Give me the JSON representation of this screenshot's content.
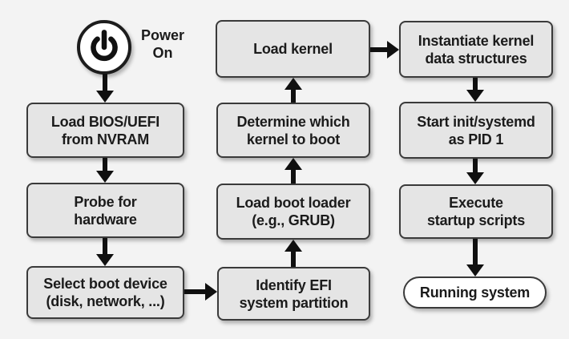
{
  "colors": {
    "background": "#f3f3f3",
    "node_fill": "#e5e5e5",
    "node_border": "#3a3a3a",
    "node_text": "#1b1b1b",
    "arrow": "#101010",
    "terminal_fill": "#ffffff"
  },
  "icons": {
    "power": "⏻"
  },
  "diagram": {
    "power": {
      "line1": "Power",
      "line2": "On"
    },
    "nodes": {
      "load_bios": {
        "line1": "Load BIOS/UEFI",
        "line2": "from NVRAM"
      },
      "probe_hardware": {
        "line1": "Probe for",
        "line2": "hardware"
      },
      "select_boot_device": {
        "line1": "Select boot device",
        "line2": "(disk, network, ...)"
      },
      "identify_efi": {
        "line1": "Identify EFI",
        "line2": "system partition"
      },
      "load_boot_loader": {
        "line1": "Load boot loader",
        "line2": "(e.g., GRUB)"
      },
      "determine_kernel": {
        "line1": "Determine which",
        "line2": "kernel to boot"
      },
      "load_kernel": {
        "line1": "Load kernel"
      },
      "instantiate_kernel": {
        "line1": "Instantiate kernel",
        "line2": "data structures"
      },
      "start_init": {
        "line1": "Start init/systemd",
        "line2": "as PID 1"
      },
      "execute_startup": {
        "line1": "Execute",
        "line2": "startup scripts"
      },
      "running_system": {
        "line1": "Running system"
      }
    }
  }
}
